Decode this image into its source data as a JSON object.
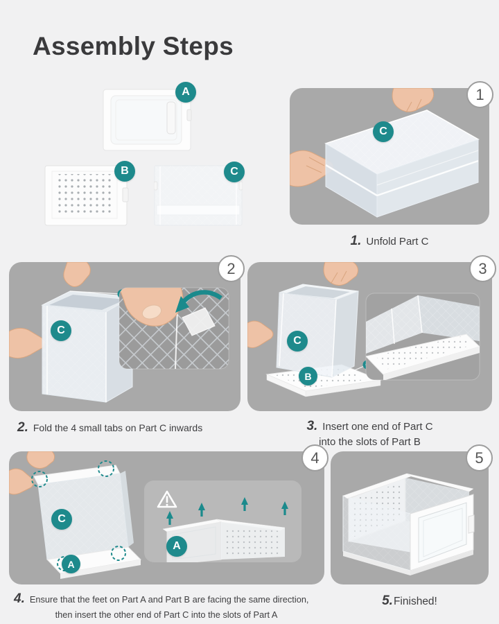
{
  "title": "Assembly Steps",
  "parts": {
    "a": "A",
    "b": "B",
    "c": "C"
  },
  "colors": {
    "accent_teal": "#1E8A8C",
    "panel_gray": "#A9A9A9",
    "page_background": "#F1F1F2",
    "text": "#3E3E40"
  },
  "steps": [
    {
      "number": "1",
      "num_label": "1.",
      "caption": "Unfold Part C"
    },
    {
      "number": "2",
      "num_label": "2.",
      "caption": "Fold the 4 small tabs on Part C inwards"
    },
    {
      "number": "3",
      "num_label": "3.",
      "caption_line1": "Insert one end of Part C",
      "caption_line2": "into the slots of Part B"
    },
    {
      "number": "4",
      "num_label": "4.",
      "caption_line1": "Ensure that the feet on Part A and Part B are facing the same direction,",
      "caption_line2": "then insert the other end of Part C into the slots of Part A"
    },
    {
      "number": "5",
      "num_label": "5.",
      "caption": "Finished!"
    }
  ]
}
